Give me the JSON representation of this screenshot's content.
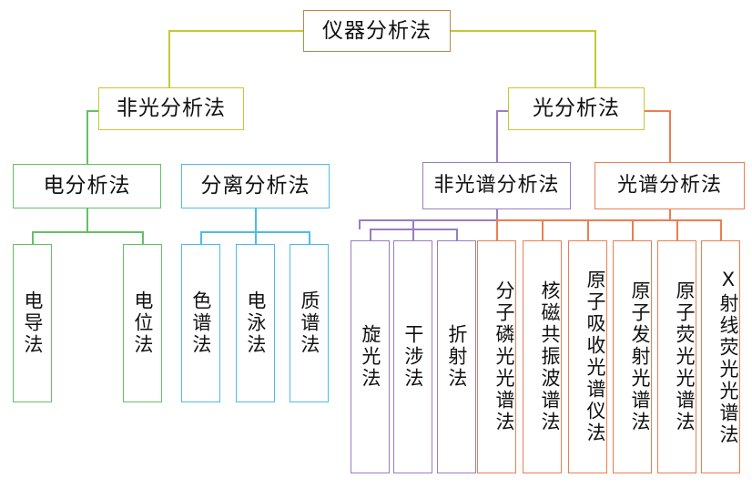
{
  "diagram": {
    "title_text": "仪器分析法",
    "colors": {
      "root": "#b8894b",
      "level2": "#c8c832",
      "electro": "#63c163",
      "separation": "#4bbde8",
      "nonspectral": "#9b7cc0",
      "spectral": "#ed7d52"
    },
    "nodes": {
      "root": "仪器分析法",
      "nonoptical": "非光分析法",
      "optical": "光分析法",
      "electro": "电分析法",
      "separation": "分离分析法",
      "nonspectral": "非光谱分析法",
      "spectral": "光谱分析法"
    },
    "leaves": {
      "electro": [
        "电导法",
        "电位法"
      ],
      "separation": [
        "色谱法",
        "电泳法",
        "质谱法"
      ],
      "nonspectral": [
        "旋光法",
        "干涉法",
        "折射法"
      ],
      "spectral": [
        "分子磷光光谱法",
        "核磁共振波谱法",
        "原子吸收光谱仪法",
        "原子发射光谱法",
        "原子荧光光谱法",
        "X射线荧光光谱法"
      ]
    }
  }
}
